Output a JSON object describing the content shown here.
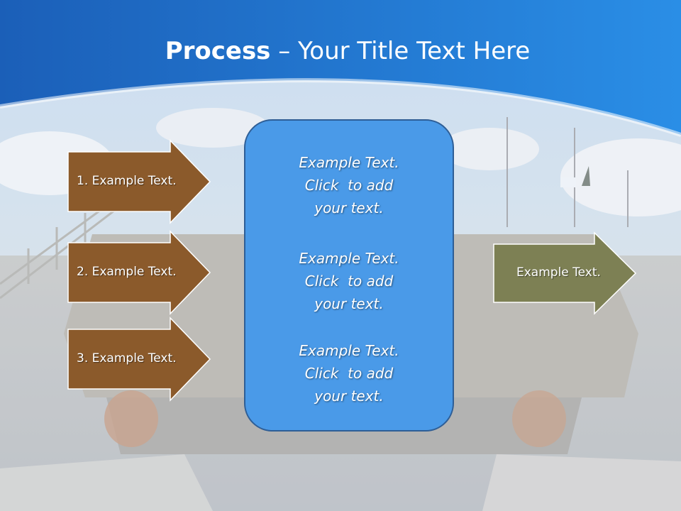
{
  "slide": {
    "title_bold": "Process",
    "title_rest": " – Your Title Text Here",
    "left_arrows": [
      {
        "label": "1. Example Text."
      },
      {
        "label": "2. Example Text."
      },
      {
        "label": "3. Example Text."
      }
    ],
    "center_blocks": [
      {
        "line1": "Example Text.",
        "line2": "Click  to add",
        "line3": "your text."
      },
      {
        "line1": "Example Text.",
        "line2": "Click  to add",
        "line3": "your text."
      },
      {
        "line1": "Example Text.",
        "line2": "Click  to add",
        "line3": "your text."
      }
    ],
    "right_arrow": {
      "label": "Example Text."
    }
  },
  "colors": {
    "header_blue": "#1f6fd0",
    "arrow_brown": "#8b5a2b",
    "arrow_olive": "#7d8054",
    "box_blue": "#4a9ae8"
  }
}
